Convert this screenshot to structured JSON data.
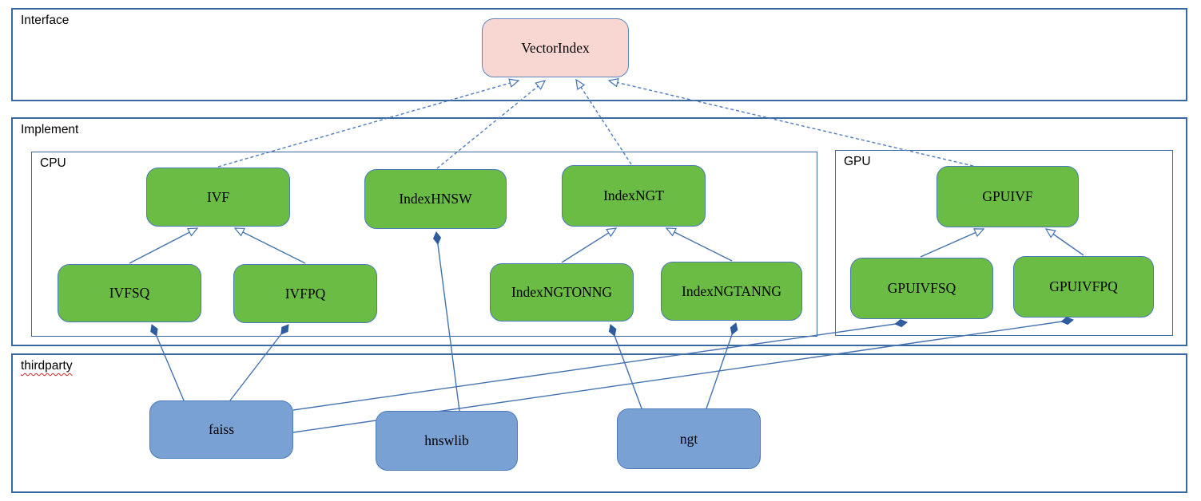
{
  "diagram": {
    "sections": {
      "interface": {
        "label": "Interface"
      },
      "implement": {
        "label": "Implement"
      },
      "cpu": {
        "label": "CPU"
      },
      "gpu": {
        "label": "GPU"
      },
      "thirdparty": {
        "label": "thirdparty"
      }
    },
    "nodes": {
      "vectorindex": {
        "label": "VectorIndex",
        "section": "interface"
      },
      "ivf": {
        "label": "IVF",
        "section": "cpu"
      },
      "indexhnsw": {
        "label": "IndexHNSW",
        "section": "cpu"
      },
      "indexngt": {
        "label": "IndexNGT",
        "section": "cpu"
      },
      "gpuivf": {
        "label": "GPUIVF",
        "section": "gpu"
      },
      "ivfsq": {
        "label": "IVFSQ",
        "section": "cpu"
      },
      "ivfpq": {
        "label": "IVFPQ",
        "section": "cpu"
      },
      "indexngtonng": {
        "label": "IndexNGTONNG",
        "section": "cpu"
      },
      "indexngtanng": {
        "label": "IndexNGTANNG",
        "section": "cpu"
      },
      "gpuivfsq": {
        "label": "GPUIVFSQ",
        "section": "gpu"
      },
      "gpuivfpq": {
        "label": "GPUIVFPQ",
        "section": "gpu"
      },
      "faiss": {
        "label": "faiss",
        "section": "thirdparty"
      },
      "hnswlib": {
        "label": "hnswlib",
        "section": "thirdparty"
      },
      "ngt": {
        "label": "ngt",
        "section": "thirdparty"
      }
    },
    "edges": [
      {
        "from": "ivf",
        "to": "vectorindex",
        "type": "realization-dashed-hollow-arrow"
      },
      {
        "from": "indexhnsw",
        "to": "vectorindex",
        "type": "realization-dashed-hollow-arrow"
      },
      {
        "from": "indexngt",
        "to": "vectorindex",
        "type": "realization-dashed-hollow-arrow"
      },
      {
        "from": "gpuivf",
        "to": "vectorindex",
        "type": "realization-dashed-hollow-arrow"
      },
      {
        "from": "ivfsq",
        "to": "ivf",
        "type": "generalization-hollow-arrow"
      },
      {
        "from": "ivfpq",
        "to": "ivf",
        "type": "generalization-hollow-arrow"
      },
      {
        "from": "indexngtonng",
        "to": "indexngt",
        "type": "generalization-hollow-arrow"
      },
      {
        "from": "indexngtanng",
        "to": "indexngt",
        "type": "generalization-hollow-arrow"
      },
      {
        "from": "gpuivfsq",
        "to": "gpuivf",
        "type": "generalization-hollow-arrow"
      },
      {
        "from": "gpuivfpq",
        "to": "gpuivf",
        "type": "generalization-hollow-arrow"
      },
      {
        "from": "faiss",
        "to": "ivfsq",
        "type": "composition-filled-diamond"
      },
      {
        "from": "faiss",
        "to": "ivfpq",
        "type": "composition-filled-diamond"
      },
      {
        "from": "faiss",
        "to": "gpuivfsq",
        "type": "composition-filled-diamond"
      },
      {
        "from": "faiss",
        "to": "gpuivfpq",
        "type": "composition-filled-diamond"
      },
      {
        "from": "hnswlib",
        "to": "indexhnsw",
        "type": "composition-filled-diamond"
      },
      {
        "from": "ngt",
        "to": "indexngtonng",
        "type": "composition-filled-diamond"
      },
      {
        "from": "ngt",
        "to": "indexngtanng",
        "type": "composition-filled-diamond"
      }
    ],
    "colors": {
      "node_green": "#6abc45",
      "node_pink": "#f8d6d2",
      "node_blue": "#7aa1d4",
      "node_border": "#4a7ab8",
      "section_border": "#38699f",
      "edge_line": "#4472b0",
      "edge_dashed": "#4d7cc0",
      "diamond_fill": "#2e5c9e",
      "spellcheck_underline": "#cc2222"
    }
  }
}
